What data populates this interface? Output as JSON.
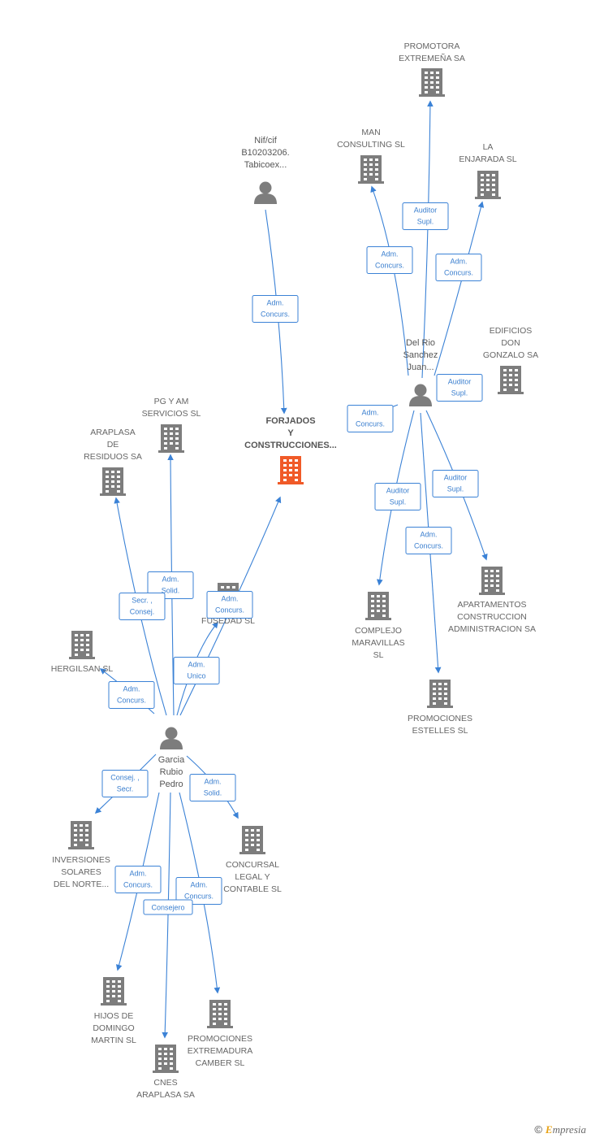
{
  "colors": {
    "edge": "#3b82d6",
    "company": "#7d7d7d",
    "center_company": "#f05a28",
    "person": "#7d7d7d"
  },
  "center": {
    "label_lines": [
      "FORJADOS",
      "Y",
      "CONSTRUCCIONES..."
    ],
    "icon": "building-icon"
  },
  "persons": [
    {
      "id": "nif",
      "label_lines": [
        "Nif/cif",
        "B10203206.",
        "Tabicoex..."
      ],
      "icon": "person-icon"
    },
    {
      "id": "delrio",
      "label_lines": [
        "Del Rio",
        "Sanchez",
        "Juan..."
      ],
      "icon": "person-icon"
    },
    {
      "id": "garcia",
      "label_lines": [
        "Garcia",
        "Rubio",
        "Pedro"
      ],
      "icon": "person-icon"
    }
  ],
  "companies": [
    {
      "id": "promotora",
      "label_lines": [
        "PROMOTORA",
        "EXTREMEÑA SA"
      ]
    },
    {
      "id": "man",
      "label_lines": [
        "MAN",
        "CONSULTING SL"
      ]
    },
    {
      "id": "enjarada",
      "label_lines": [
        "LA",
        "ENJARADA SL"
      ]
    },
    {
      "id": "edificios",
      "label_lines": [
        "EDIFICIOS",
        "DON",
        "GONZALO SA"
      ]
    },
    {
      "id": "apartamentos",
      "label_lines": [
        "APARTAMENTOS",
        "CONSTRUCCION",
        "ADMINISTRACION SA"
      ]
    },
    {
      "id": "complejo",
      "label_lines": [
        "COMPLEJO",
        "MARAVILLAS",
        "SL"
      ]
    },
    {
      "id": "estelles",
      "label_lines": [
        "PROMOCIONES",
        "ESTELLES SL"
      ]
    },
    {
      "id": "pgyam",
      "label_lines": [
        "PG Y AM",
        "SERVICIOS SL"
      ]
    },
    {
      "id": "araplasa_res",
      "label_lines": [
        "ARAPLASA",
        "DE",
        "RESIDUOS SA"
      ]
    },
    {
      "id": "fusedad",
      "label_lines": [
        "FUSEDAD SL"
      ]
    },
    {
      "id": "hergilsan",
      "label_lines": [
        "HERGILSAN SL"
      ]
    },
    {
      "id": "inversiones",
      "label_lines": [
        "INVERSIONES",
        "SOLARES",
        "DEL NORTE..."
      ]
    },
    {
      "id": "concursal",
      "label_lines": [
        "CONCURSAL",
        "LEGAL Y",
        "CONTABLE SL"
      ]
    },
    {
      "id": "hijos",
      "label_lines": [
        "HIJOS DE",
        "DOMINGO",
        "MARTIN SL"
      ]
    },
    {
      "id": "extremadura",
      "label_lines": [
        "PROMOCIONES",
        "EXTREMADURA",
        "CAMBER SL"
      ]
    },
    {
      "id": "cnes",
      "label_lines": [
        "CNES",
        "ARAPLASA SA"
      ]
    }
  ],
  "relations": [
    {
      "from": "nif",
      "to": "center",
      "label_lines": [
        "Adm.",
        "Concurs."
      ]
    },
    {
      "from": "delrio",
      "to": "center",
      "label_lines": [
        "Adm.",
        "Concurs."
      ]
    },
    {
      "from": "delrio",
      "to": "promotora",
      "label_lines": [
        "Auditor",
        "Supl."
      ]
    },
    {
      "from": "delrio",
      "to": "man",
      "label_lines": [
        "Adm.",
        "Concurs."
      ]
    },
    {
      "from": "delrio",
      "to": "enjarada",
      "label_lines": [
        "Adm.",
        "Concurs."
      ]
    },
    {
      "from": "delrio",
      "to": "edificios",
      "label_lines": [
        "Auditor",
        "Supl."
      ]
    },
    {
      "from": "delrio",
      "to": "apartamentos",
      "label_lines": [
        "Auditor",
        "Supl."
      ]
    },
    {
      "from": "delrio",
      "to": "complejo",
      "label_lines": [
        "Auditor",
        "Supl."
      ]
    },
    {
      "from": "delrio",
      "to": "estelles",
      "label_lines": [
        "Adm.",
        "Concurs."
      ]
    },
    {
      "from": "garcia",
      "to": "center",
      "label_lines": [
        "Adm.",
        "Unico"
      ]
    },
    {
      "from": "garcia",
      "to": "pgyam",
      "label_lines": [
        "Adm.",
        "Solid."
      ]
    },
    {
      "from": "garcia",
      "to": "araplasa_res",
      "label_lines": [
        "Secr. ,",
        "Consej."
      ]
    },
    {
      "from": "garcia",
      "to": "fusedad",
      "label_lines": [
        "Adm.",
        "Concurs."
      ]
    },
    {
      "from": "garcia",
      "to": "hergilsan",
      "label_lines": [
        "Adm.",
        "Concurs."
      ]
    },
    {
      "from": "garcia",
      "to": "inversiones",
      "label_lines": [
        "Consej. ,",
        "Secr."
      ]
    },
    {
      "from": "garcia",
      "to": "concursal",
      "label_lines": [
        "Adm.",
        "Solid."
      ]
    },
    {
      "from": "garcia",
      "to": "hijos",
      "label_lines": [
        "Adm.",
        "Concurs."
      ]
    },
    {
      "from": "garcia",
      "to": "extremadura",
      "label_lines": [
        "Adm.",
        "Concurs."
      ]
    },
    {
      "from": "garcia",
      "to": "cnes",
      "label_lines": [
        "Consejero"
      ]
    }
  ],
  "branding": {
    "copyright": "©",
    "logo_initial": "E",
    "logo_rest": "mpresia"
  }
}
